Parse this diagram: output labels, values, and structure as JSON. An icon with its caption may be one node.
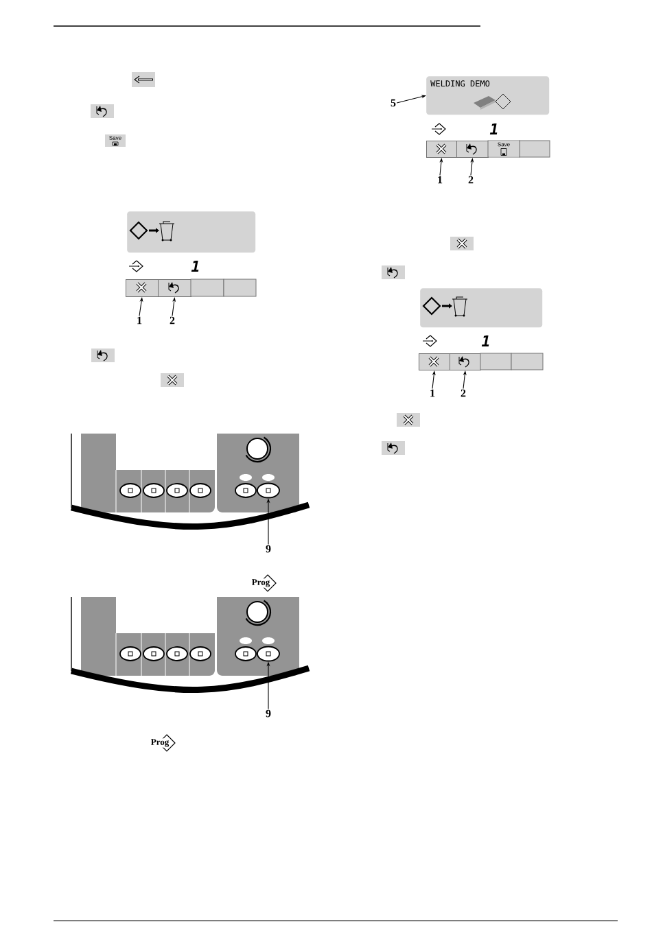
{
  "diagram": {
    "nodes": [
      {
        "text": [],
        "shape": "box"
      },
      {
        "text": [],
        "shape": "box"
      },
      {
        "text": [],
        "shape": "box"
      },
      {
        "text": [
          "1"
        ]
      },
      {
        "text": [
          "2"
        ]
      },
      {
        "text": [],
        "shape": "oval"
      },
      {
        "text": [
          "9"
        ]
      },
      {
        "text": [],
        "shape": "oval"
      },
      {
        "text": [
          "9"
        ]
      },
      {
        "text": [
          "5"
        ]
      },
      {
        "text": [
          "WELDING DEMO"
        ]
      },
      {
        "text": [],
        "shape": "box"
      },
      {
        "text": [],
        "shape": "box"
      },
      {
        "text": [
          "1"
        ]
      },
      {
        "text": [
          "2"
        ]
      },
      {
        "text": [],
        "shape": "box"
      },
      {
        "text": [],
        "shape": "box"
      },
      {
        "text": [],
        "shape": "box"
      },
      {
        "text": [
          "1"
        ]
      },
      {
        "text": [
          "2"
        ]
      }
    ],
    "edges": [
      {
        "from": 3,
        "to": 1,
        "arrow": "to"
      },
      {
        "from": 4,
        "to": 2,
        "arrow": "to"
      },
      {
        "from": 6,
        "to": 5,
        "arrow": "to"
      },
      {
        "from": 8,
        "to": 7,
        "arrow": "to"
      },
      {
        "from": 9,
        "to": 10,
        "arrow": "to"
      },
      {
        "from": 13,
        "to": 11,
        "arrow": "to"
      },
      {
        "from": 14,
        "to": 12,
        "arrow": "to"
      },
      {
        "from": 18,
        "to": 16,
        "arrow": "to"
      },
      {
        "from": 19,
        "to": 17,
        "arrow": "to"
      }
    ],
    "labels": [
      "Save",
      "1",
      "Prog",
      "Prog",
      "1",
      "Save",
      "1"
    ]
  }
}
